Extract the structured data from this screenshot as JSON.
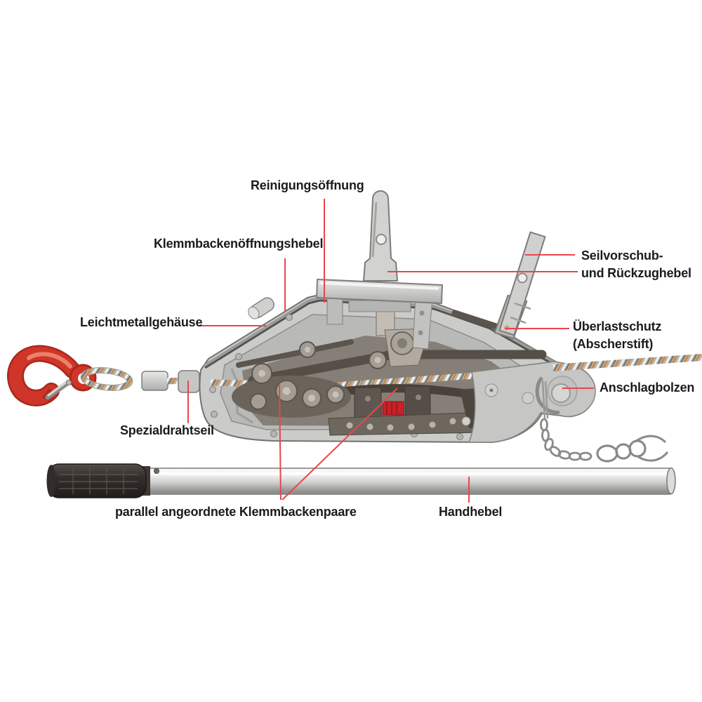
{
  "diagram": {
    "labels": {
      "reinigungsoeffnung": "Reinigungsöffnung",
      "klemmbackenoeffnungshebel": "Klemmbackenöffnungshebel",
      "seilvorschub_line1": "Seilvorschub-",
      "seilvorschub_line2": "und Rückzughebel",
      "leichtmetallgehaeuse": "Leichtmetallgehäuse",
      "ueberlastschutz_line1": "Überlastschutz",
      "ueberlastschutz_line2": "(Abscherstift)",
      "anschlagbolzen": "Anschlagbolzen",
      "spezialdrahtseil": "Spezialdrahtseil",
      "klemmbackenpaare": "parallel angeordnete Klemmbackenpaare",
      "handhebel": "Handhebel"
    },
    "colors": {
      "background": "#ffffff",
      "label_text": "#1b1b1b",
      "leader_line": "#e8464d",
      "hook_red": "#cf3528",
      "spring_red": "#c92127",
      "aluminum_light": "#d6d6d4",
      "aluminum_mid": "#b9b9b7",
      "steel_dark": "#565048",
      "rope_strand_orange": "#d08a44"
    }
  }
}
